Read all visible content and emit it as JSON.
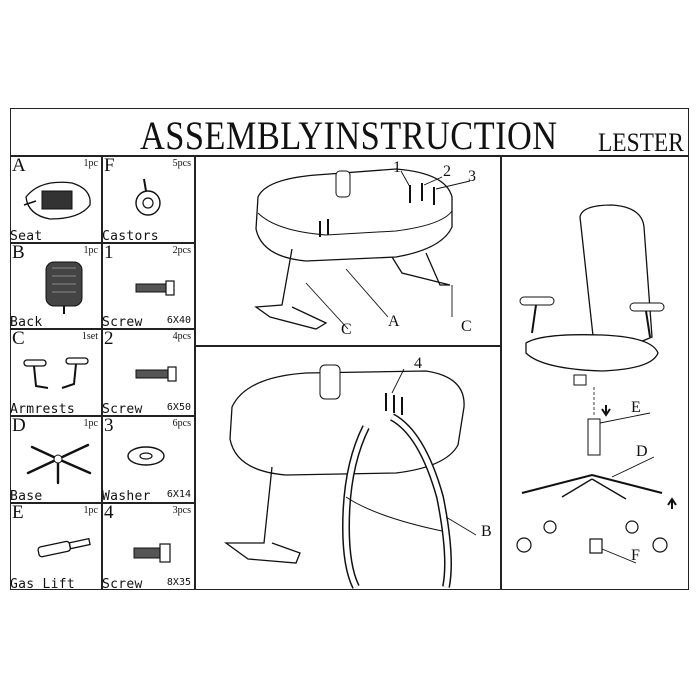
{
  "header": {
    "title": "ASSEMBLYINSTRUCTION",
    "model": "LESTER"
  },
  "parts_left": [
    {
      "letter": "A",
      "qty": "1pc",
      "name": "Seat",
      "size": ""
    },
    {
      "letter": "B",
      "qty": "1pc",
      "name": "Back",
      "size": ""
    },
    {
      "letter": "C",
      "qty": "1set",
      "name": "Armrests",
      "size": ""
    },
    {
      "letter": "D",
      "qty": "1pc",
      "name": "Base",
      "size": ""
    },
    {
      "letter": "E",
      "qty": "1pc",
      "name": "Gas Lift",
      "size": ""
    }
  ],
  "parts_right": [
    {
      "letter": "F",
      "qty": "5pcs",
      "name": "Castors",
      "size": ""
    },
    {
      "letter": "1",
      "qty": "2pcs",
      "name": "Screw",
      "size": "6X40"
    },
    {
      "letter": "2",
      "qty": "4pcs",
      "name": "Screw",
      "size": "6X50"
    },
    {
      "letter": "3",
      "qty": "6pcs",
      "name": "Washer",
      "size": "6X14"
    },
    {
      "letter": "4",
      "qty": "3pcs",
      "name": "Screw",
      "size": "8X35"
    }
  ],
  "step1_callouts": {
    "n1": "1",
    "n2": "2",
    "n3": "3",
    "a": "A",
    "c_left": "C",
    "c_right": "C"
  },
  "step2_callouts": {
    "n4": "4",
    "b": "B"
  },
  "step3_callouts": {
    "e": "E",
    "d": "D",
    "f": "F"
  }
}
